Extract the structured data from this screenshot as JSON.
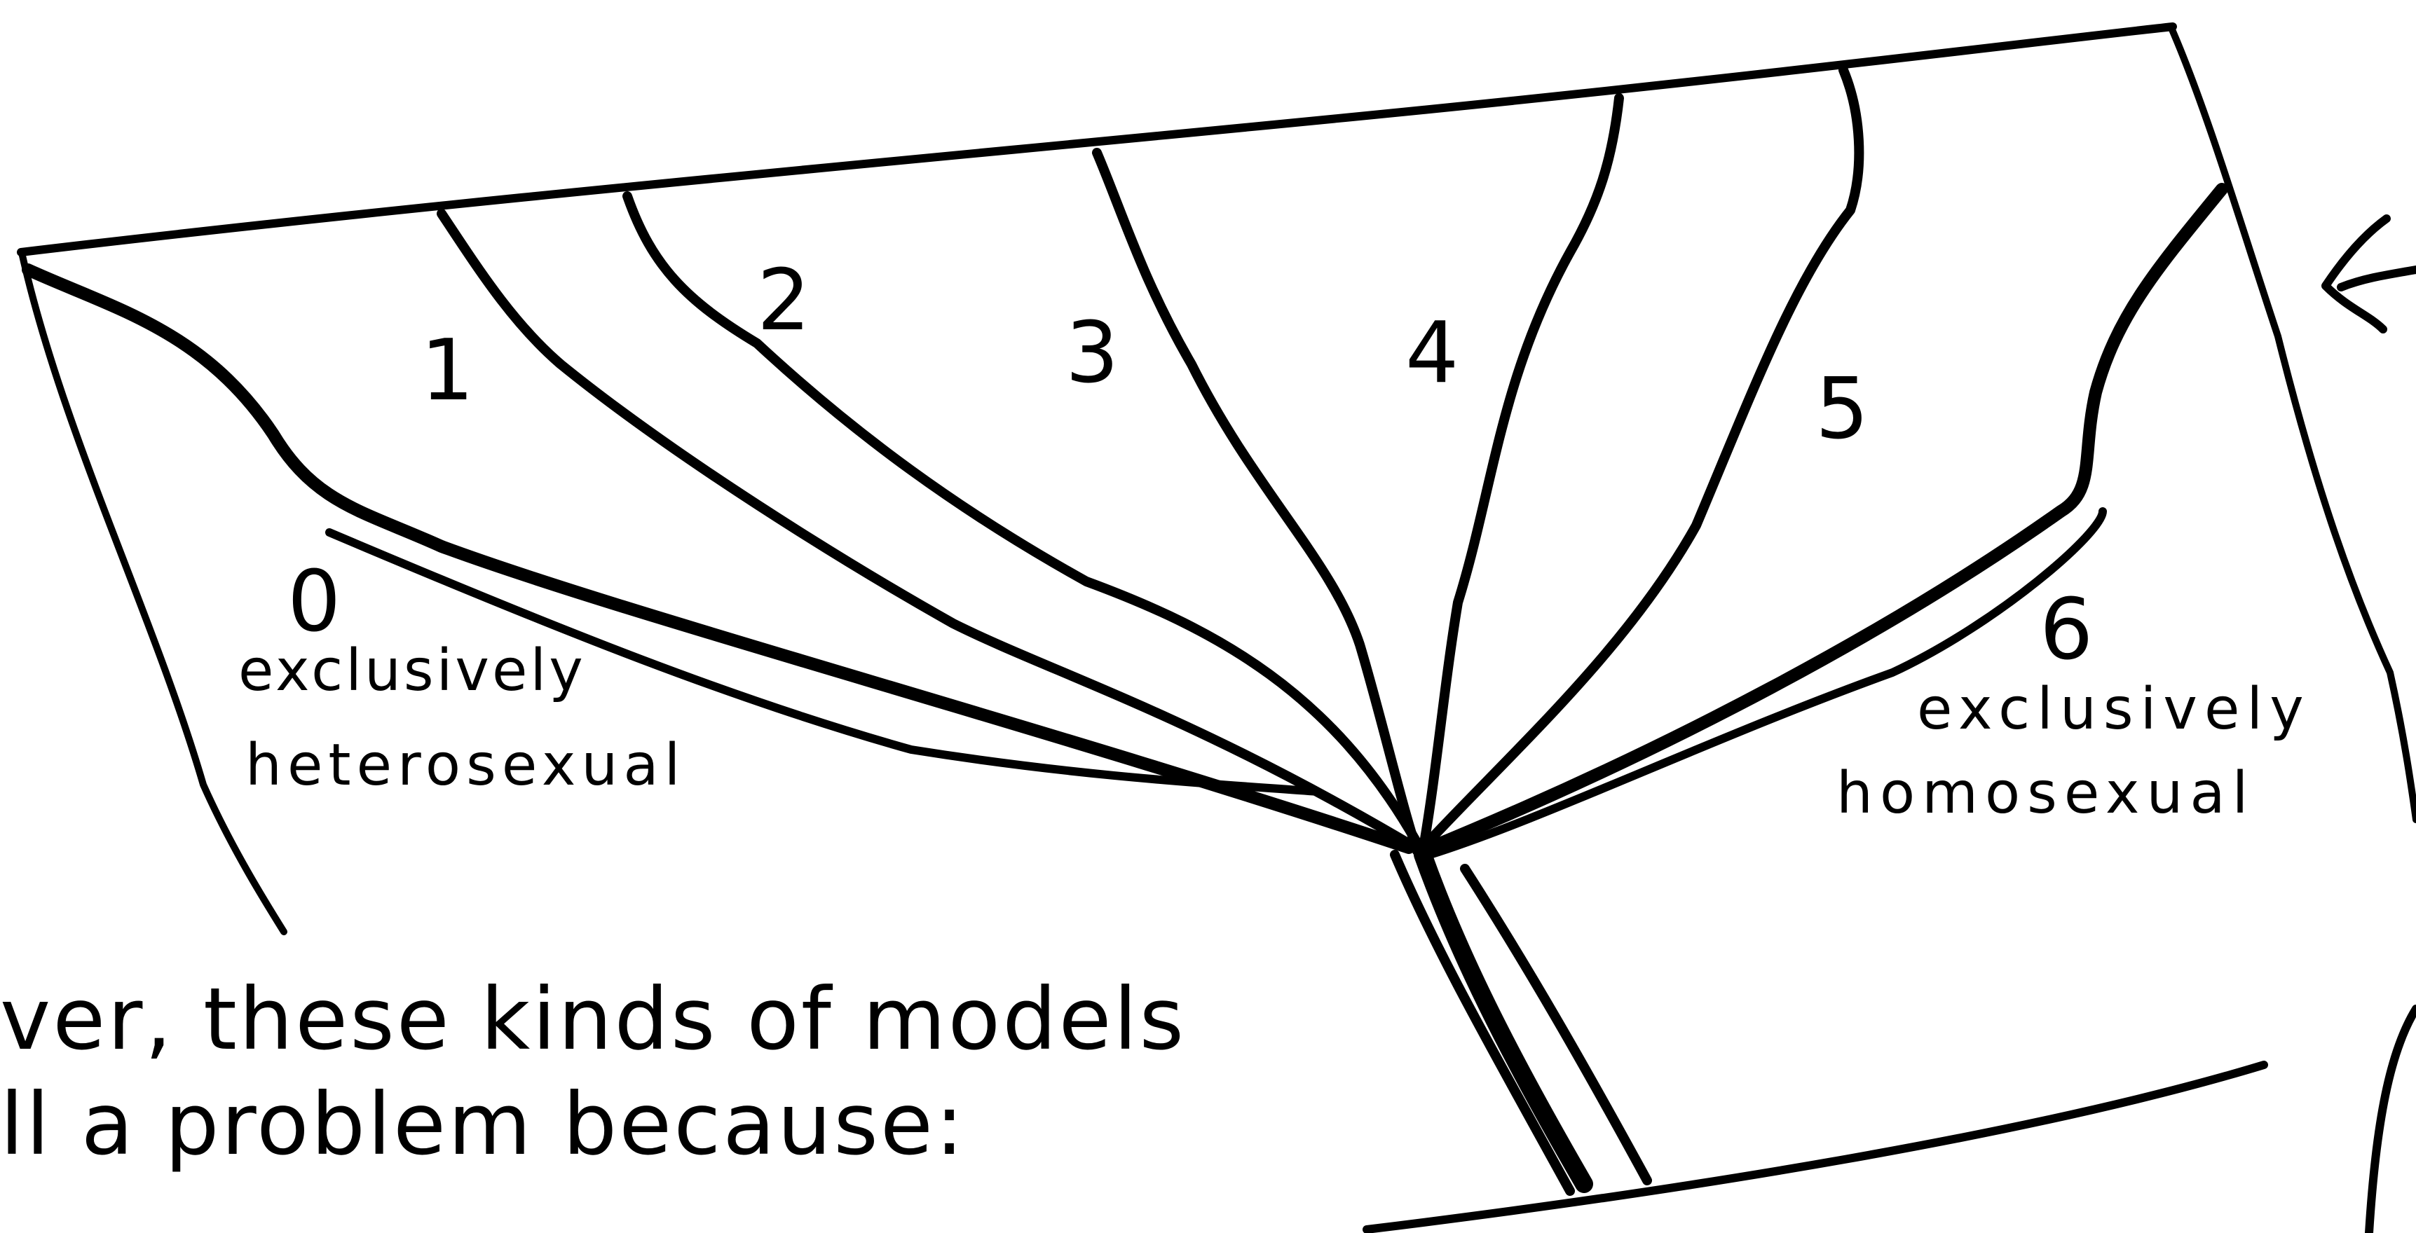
{
  "diagram": {
    "scale_labels": [
      {
        "id": "0",
        "text": "0"
      },
      {
        "id": "1",
        "text": "1"
      },
      {
        "id": "2",
        "text": "2"
      },
      {
        "id": "3",
        "text": "3"
      },
      {
        "id": "4",
        "text": "4"
      },
      {
        "id": "5",
        "text": "5"
      },
      {
        "id": "6",
        "text": "6"
      }
    ],
    "left_caption": {
      "line1": "exclusively",
      "line2": "heterosexual"
    },
    "right_caption": {
      "line1": "exclusively",
      "line2": "homosexual"
    }
  },
  "caption": {
    "line1": "ver, these kinds of models",
    "line2": "ll a problem because:"
  }
}
